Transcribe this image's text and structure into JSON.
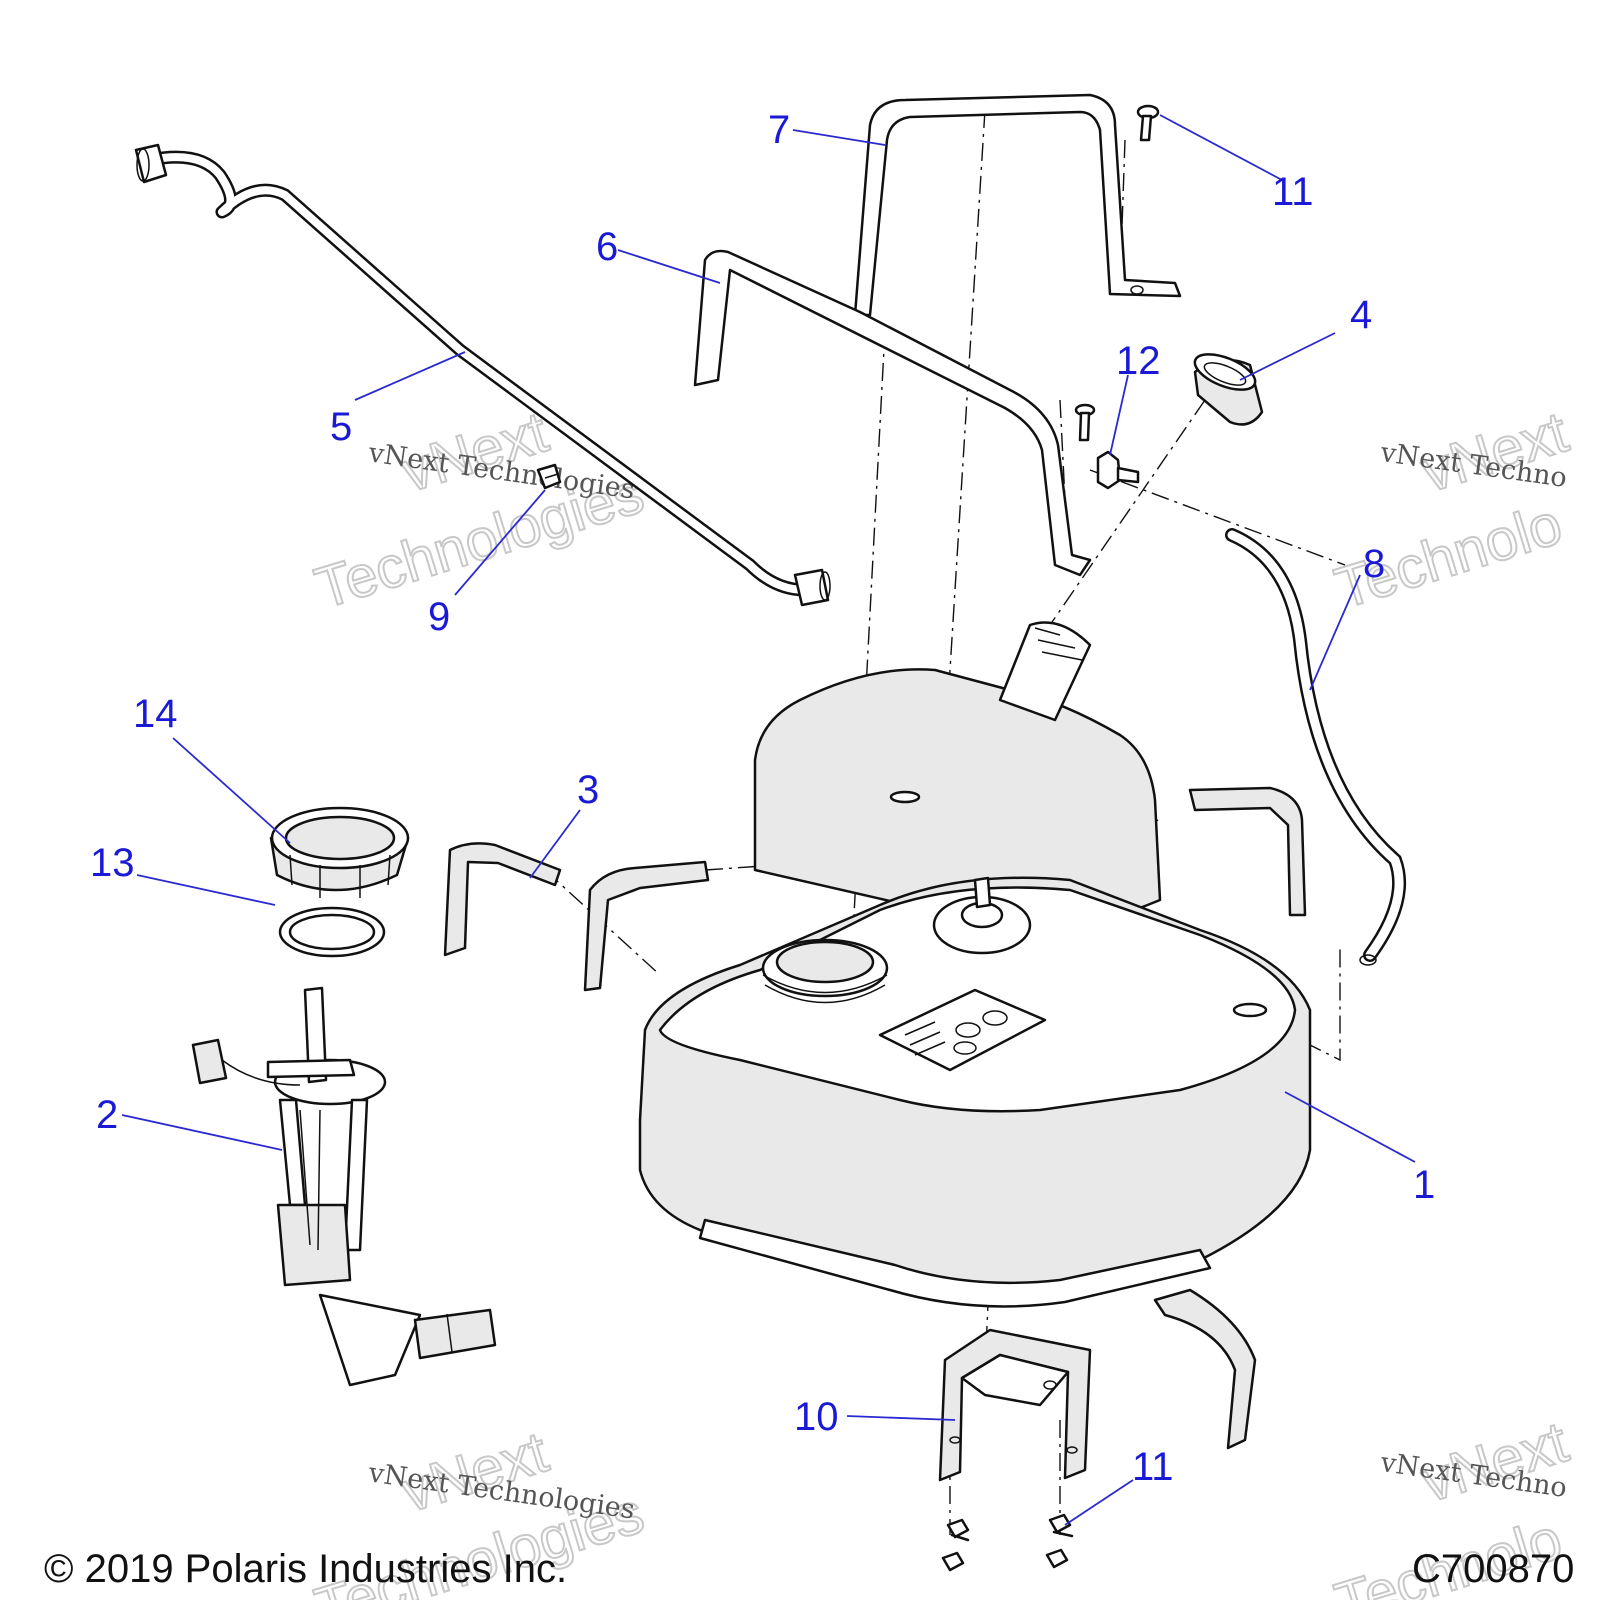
{
  "callouts": {
    "c1": "1",
    "c2": "2",
    "c3": "3",
    "c4": "4",
    "c5": "5",
    "c6": "6",
    "c7": "7",
    "c8": "8",
    "c9": "9",
    "c10": "10",
    "c11a": "11",
    "c11b": "11",
    "c12": "12",
    "c13": "13",
    "c14": "14"
  },
  "watermark": {
    "line": "vNext Technologies",
    "big_top": "vNext",
    "big_bottom": "Technologies",
    "right_line": "vNext Techno",
    "right_big_top": "vNext",
    "right_big_bottom": "Technolo"
  },
  "footer": {
    "copyright": "© 2019 Polaris Industries Inc.",
    "diagram_id": "C700870"
  },
  "colors": {
    "callout": "#1a1ad6",
    "line_art": "#111111",
    "shade": "#e9e9e9"
  }
}
